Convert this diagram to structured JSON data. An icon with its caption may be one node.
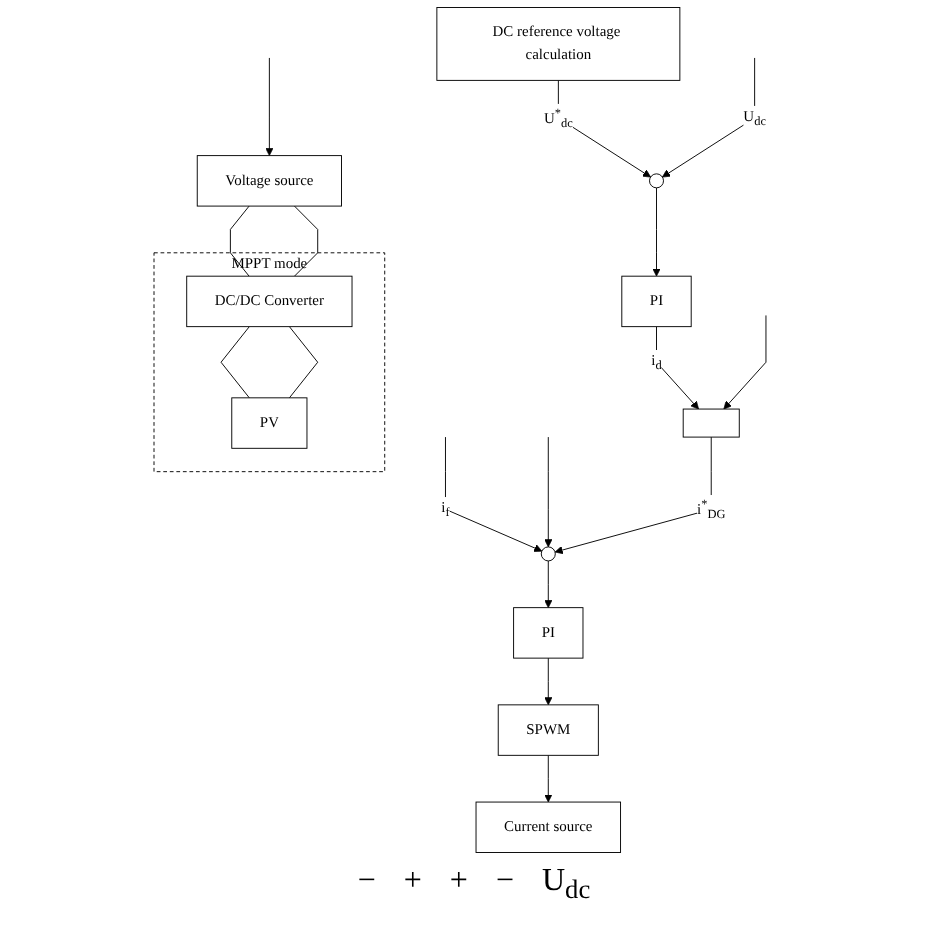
{
  "diagram": {
    "nodes": [
      {
        "text": [
          "Current source"
        ]
      },
      {
        "text": [
          "SPWM"
        ]
      },
      {
        "text": [
          "PI"
        ]
      },
      {
        "text": [],
        "shape": "circle"
      },
      {
        "text": [
          "DC reference voltage calculation"
        ]
      },
      {
        "text": [],
        "shape": "circle"
      },
      {
        "text": [
          "PI"
        ]
      },
      {
        "text": [],
        "shape": "box"
      },
      {
        "text": [
          "Voltage source"
        ]
      },
      {
        "text": [
          "MPPT mode"
        ]
      },
      {
        "text": [
          "DC/DC Converter"
        ],
        "in": 9
      },
      {
        "text": [
          "PV"
        ],
        "in": 9
      }
    ],
    "edges": [
      {
        "from": 1,
        "to": 0,
        "arrow": "to"
      },
      {
        "from": 2,
        "to": 1,
        "arrow": "to"
      },
      {
        "from": 3,
        "to": 2,
        "arrow": "to"
      },
      {
        "from": null,
        "to": 3,
        "arrow": "to",
        "label": "i$_{f}$"
      },
      {
        "from": null,
        "to": 3,
        "arrow": "to"
      },
      {
        "from": 7,
        "to": 3,
        "arrow": "to",
        "label": "i$^{*}$$_{DG}$"
      },
      {
        "from": 4,
        "to": 5,
        "arrow": "to",
        "label": "U$^{*}$$_{dc}$"
      },
      {
        "from": null,
        "to": 5,
        "arrow": "to",
        "label": "U$_{dc}$"
      },
      {
        "from": 5,
        "to": 6,
        "arrow": "to"
      },
      {
        "from": 6,
        "to": 7,
        "arrow": "to",
        "label": "i$_{d}$"
      },
      {
        "from": null,
        "to": 7,
        "arrow": "to"
      },
      {
        "from": null,
        "to": 8,
        "arrow": "to"
      },
      {
        "from": 8,
        "to": 10,
        "arrow": "none"
      },
      {
        "from": 8,
        "to": 10,
        "arrow": "none"
      },
      {
        "from": 10,
        "to": 11,
        "arrow": "none"
      },
      {
        "from": 10,
        "to": 11,
        "arrow": "none"
      }
    ],
    "labels": [
      "−",
      "+",
      "+",
      "−",
      "U$_{dc}$"
    ]
  }
}
